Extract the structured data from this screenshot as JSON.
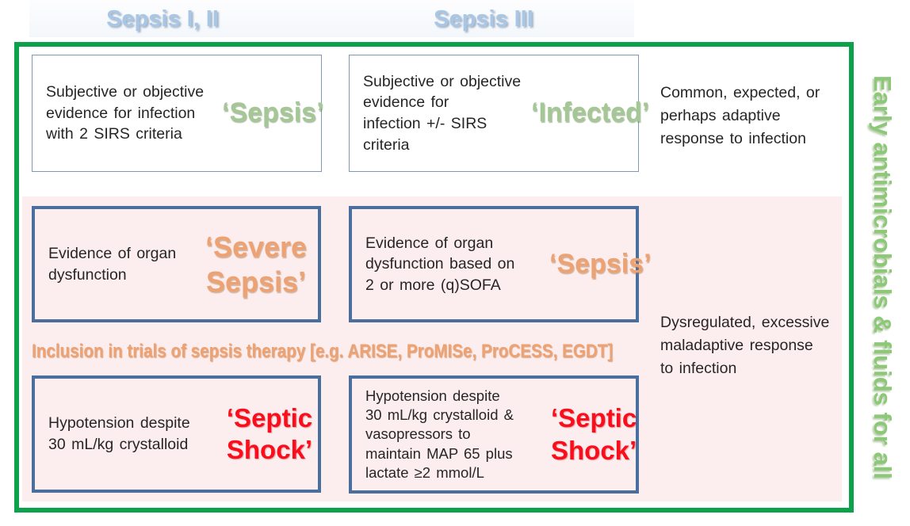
{
  "header": {
    "left_title": "Sepsis I, II",
    "right_title": "Sepsis III"
  },
  "rows": {
    "infection": {
      "old_def": "Subjective or objective\nevidence for infection\nwith 2 SIRS criteria",
      "old_term": "‘Sepsis’",
      "new_def": "Subjective or objective\nevidence for\ninfection +/- SIRS\ncriteria",
      "new_term": "‘Infected’",
      "annotation": "Common, expected, or\nperhaps adaptive\nresponse to infection"
    },
    "organ": {
      "old_def": "Evidence of organ\ndysfunction",
      "old_term": "‘Severe\nSepsis’",
      "new_def": "Evidence of organ\ndysfunction based on\n2 or more (q)SOFA",
      "new_term": "‘Sepsis’",
      "annotation": "Dysregulated, excessive\nmaladaptive response\nto infection"
    },
    "trials_note": "Inclusion in trials of sepsis therapy [e.g. ARISE, ProMISe, ProCESS, EGDT]",
    "shock": {
      "old_def": "Hypotension despite\n30 mL/kg crystalloid",
      "old_term": "‘Septic\nShock’",
      "new_def": "Hypotension despite\n30 mL/kg crystalloid &\nvasopressors to\nmaintain MAP 65 plus\nlactate ≥2 mmol/L",
      "new_term": "‘Septic\nShock’"
    }
  },
  "banner": {
    "text": "Early antimicrobials & fluids for all"
  },
  "colors": {
    "frame_green": "#0ca24b",
    "band_pink": "#fcedee",
    "box_border_blue": "#4a6f9f",
    "thin_border_blue": "#7e99b8",
    "term_green": "#a5c795",
    "term_orange": "#eda273",
    "term_red": "#fb0d1b",
    "header_blue": "#a9c7e5",
    "banner_green": "#8cc878"
  }
}
